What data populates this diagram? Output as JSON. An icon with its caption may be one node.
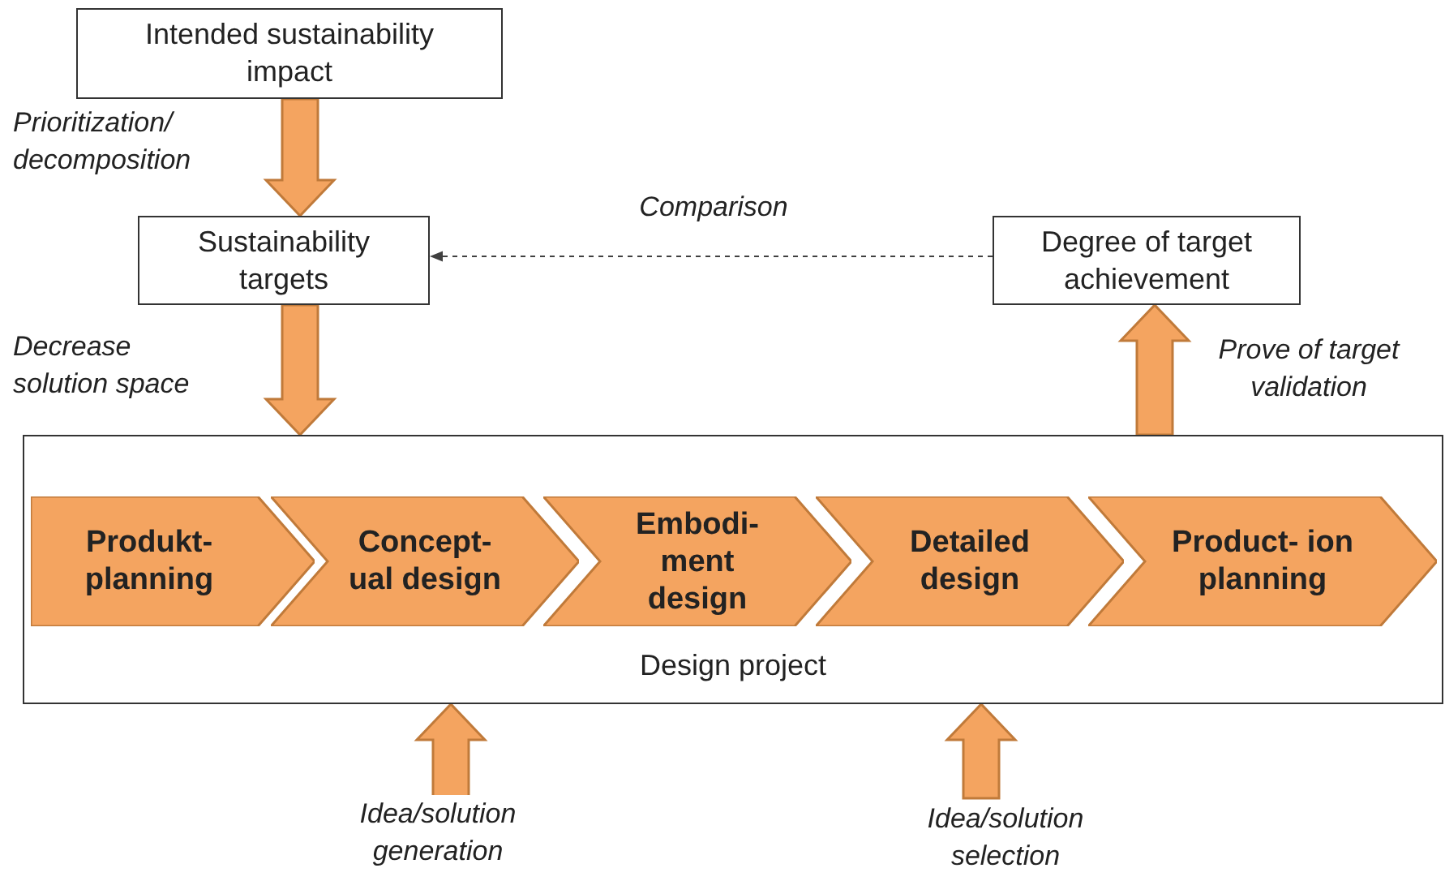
{
  "diagram": {
    "nodes": [
      {
        "text": [
          "Intended sustainability impact"
        ]
      },
      {
        "text": [
          "Sustainability targets"
        ]
      },
      {
        "text": [
          "Degree of target achievement"
        ]
      },
      {
        "text": [
          "Design project"
        ]
      },
      {
        "text": [
          "Produkt- planning"
        ],
        "in": 3
      },
      {
        "text": [
          "Concept- ual design"
        ],
        "in": 3
      },
      {
        "text": [
          "Embodi- ment design"
        ],
        "in": 3
      },
      {
        "text": [
          "Detailed design"
        ],
        "in": 3
      },
      {
        "text": [
          "Product- ion planning"
        ],
        "in": 3
      }
    ],
    "edges": [
      {
        "from": 0,
        "to": 1,
        "arrow": "to",
        "label": "Prioritization/ decomposition"
      },
      {
        "from": 2,
        "to": 1,
        "arrow": "to",
        "label": "Comparison",
        "style": "dashed",
        "color": "#404040"
      },
      {
        "from": 1,
        "to": 3,
        "arrow": "to",
        "label": "Decrease solution space"
      },
      {
        "from": 3,
        "to": 2,
        "arrow": "to",
        "label": "Prove of target validation"
      },
      {
        "from": null,
        "to": 3,
        "arrow": "to",
        "label": "Idea/solution generation"
      },
      {
        "from": null,
        "to": 3,
        "arrow": "to",
        "label": "Idea/solution selection"
      }
    ]
  }
}
